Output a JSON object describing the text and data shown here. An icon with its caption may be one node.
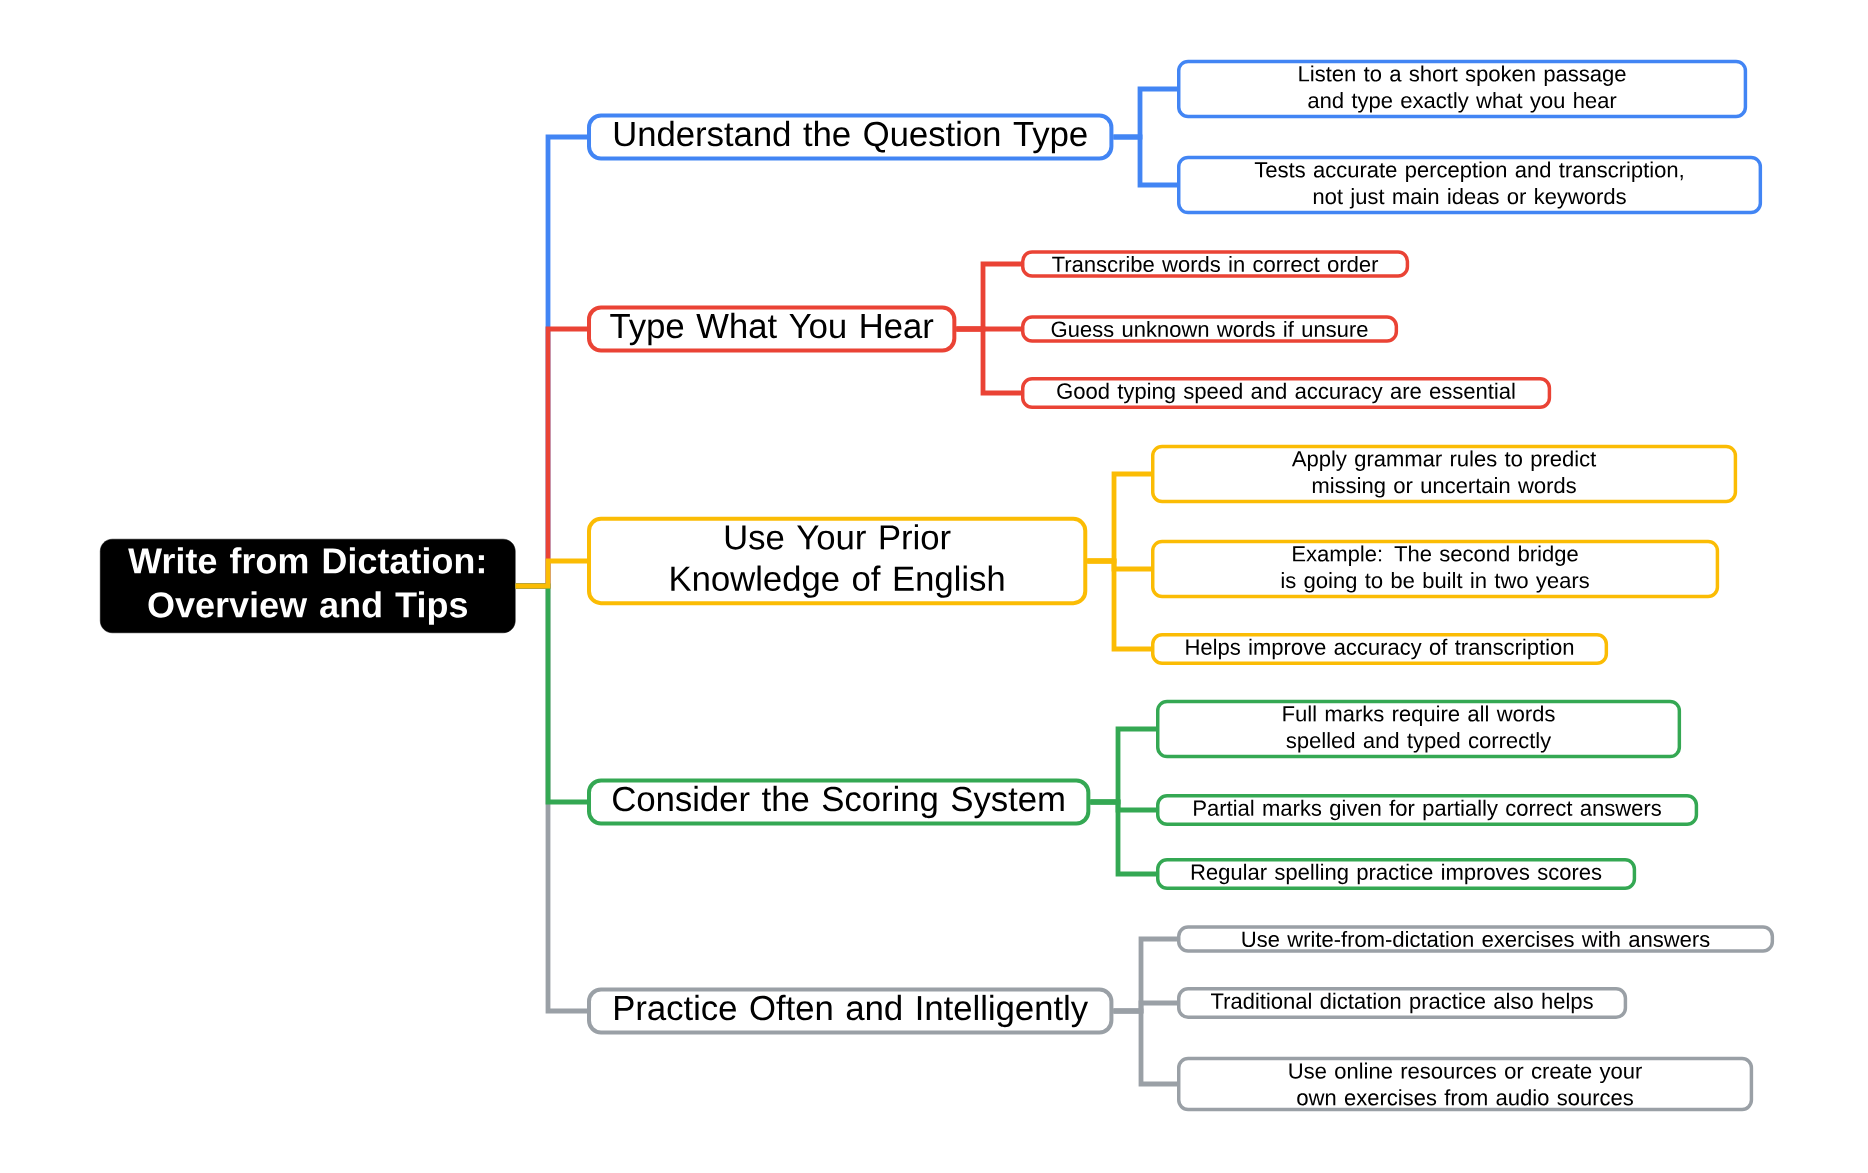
{
  "diagram": {
    "nodes": [
      {
        "text": [
          "Write from Dictation: Overview and Tips"
        ]
      },
      {
        "text": [
          "Understand the Question Type"
        ]
      },
      {
        "text": [
          "Listen to a short spoken passage and type exactly what you hear"
        ]
      },
      {
        "text": [
          "Tests accurate perception and transcription, not just main ideas or keywords"
        ]
      },
      {
        "text": [
          "Type What You Hear"
        ]
      },
      {
        "text": [
          "Transcribe words in correct order"
        ]
      },
      {
        "text": [
          "Guess unknown words if unsure"
        ]
      },
      {
        "text": [
          "Good typing speed and accuracy are essential"
        ]
      },
      {
        "text": [
          "Use Your Prior Knowledge of English"
        ]
      },
      {
        "text": [
          "Apply grammar rules to predict missing or uncertain words"
        ]
      },
      {
        "text": [
          "Example: The second bridge is going to be built in two years"
        ]
      },
      {
        "text": [
          "Helps improve accuracy of transcription"
        ]
      },
      {
        "text": [
          "Consider the Scoring System"
        ]
      },
      {
        "text": [
          "Full marks require all words spelled and typed correctly"
        ]
      },
      {
        "text": [
          "Partial marks given for partially correct answers"
        ]
      },
      {
        "text": [
          "Regular spelling practice improves scores"
        ]
      },
      {
        "text": [
          "Practice Often and Intelligently"
        ]
      },
      {
        "text": [
          "Use write-from-dictation exercises with answers"
        ]
      },
      {
        "text": [
          "Traditional dictation practice also helps"
        ]
      },
      {
        "text": [
          "Use online resources or create your own exercises from audio sources"
        ]
      }
    ],
    "edges": [
      {
        "from": 0,
        "to": 1,
        "arrow": "none",
        "color": "#4285f4"
      },
      {
        "from": 0,
        "to": 4,
        "arrow": "none",
        "color": "#ea4335"
      },
      {
        "from": 0,
        "to": 8,
        "arrow": "none",
        "color": "#fbbc04"
      },
      {
        "from": 0,
        "to": 12,
        "arrow": "none",
        "color": "#34a853"
      },
      {
        "from": 0,
        "to": 16,
        "arrow": "none",
        "color": "#9aa0a6"
      },
      {
        "from": 1,
        "to": 2,
        "arrow": "none",
        "color": "#4285f4"
      },
      {
        "from": 1,
        "to": 3,
        "arrow": "none",
        "color": "#4285f4"
      },
      {
        "from": 4,
        "to": 5,
        "arrow": "none",
        "color": "#ea4335"
      },
      {
        "from": 4,
        "to": 6,
        "arrow": "none",
        "color": "#ea4335"
      },
      {
        "from": 4,
        "to": 7,
        "arrow": "none",
        "color": "#ea4335"
      },
      {
        "from": 8,
        "to": 9,
        "arrow": "none",
        "color": "#fbbc04"
      },
      {
        "from": 8,
        "to": 10,
        "arrow": "none",
        "color": "#fbbc04"
      },
      {
        "from": 8,
        "to": 11,
        "arrow": "none",
        "color": "#fbbc04"
      },
      {
        "from": 12,
        "to": 13,
        "arrow": "none",
        "color": "#34a853"
      },
      {
        "from": 12,
        "to": 14,
        "arrow": "none",
        "color": "#34a853"
      },
      {
        "from": 12,
        "to": 15,
        "arrow": "none",
        "color": "#34a853"
      },
      {
        "from": 16,
        "to": 17,
        "arrow": "none",
        "color": "#9aa0a6"
      },
      {
        "from": 16,
        "to": 18,
        "arrow": "none",
        "color": "#9aa0a6"
      },
      {
        "from": 16,
        "to": 19,
        "arrow": "none",
        "color": "#9aa0a6"
      }
    ]
  }
}
